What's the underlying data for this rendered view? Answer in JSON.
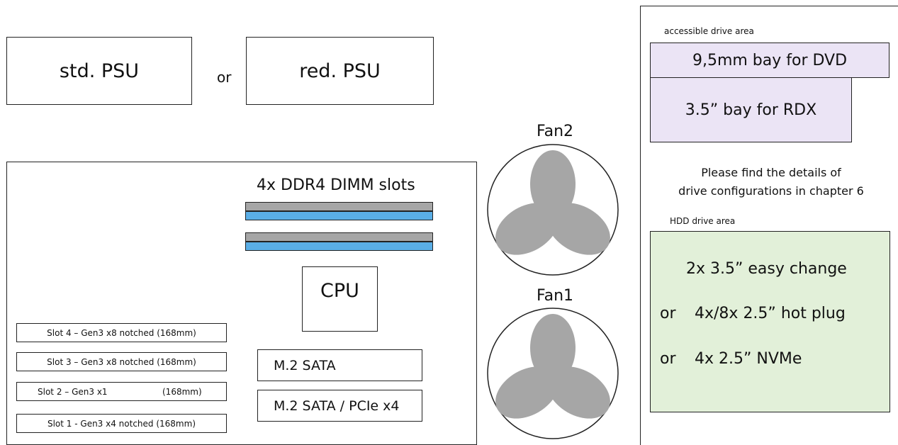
{
  "psu": {
    "std_label": "std. PSU",
    "or_label": "or",
    "red_label": "red. PSU"
  },
  "mainboard": {
    "dimm_title": "4x DDR4 DIMM slots",
    "cpu_label": "CPU",
    "slots": [
      {
        "label": "Slot 4 – Gen3 x8 notched  (168mm)"
      },
      {
        "label": "Slot 3 – Gen3 x8 notched  (168mm)"
      },
      {
        "label": "Slot 2 – Gen3 x1",
        "length": "(168mm)"
      },
      {
        "label": "Slot 1 - Gen3 x4 notched (168mm)"
      }
    ],
    "m2": [
      {
        "label": "M.2 SATA"
      },
      {
        "label": "M.2 SATA / PCIe x4"
      }
    ]
  },
  "fans": {
    "fan2_label": "Fan2",
    "fan1_label": "Fan1",
    "blade_color": "#a6a6a6"
  },
  "drive_bay": {
    "accessible_label": "accessible drive area",
    "dvd_label": "9,5mm bay for DVD",
    "rdx_label": "3.5” bay for RDX",
    "details_line1": "Please find the details of",
    "details_line2": "drive configurations in chapter 6",
    "hdd_label": "HDD drive area",
    "hdd_options": [
      {
        "prefix": "",
        "text": "2x 3.5” easy change"
      },
      {
        "prefix": "or",
        "text": "4x/8x 2.5” hot plug"
      },
      {
        "prefix": "or",
        "text": "4x 2.5” NVMe"
      }
    ]
  },
  "colors": {
    "dimm_grey": "#a6a6a6",
    "dimm_blue": "#5aaee6",
    "optical_bay": "#ebe4f5",
    "hdd_area": "#e2f0d9"
  }
}
